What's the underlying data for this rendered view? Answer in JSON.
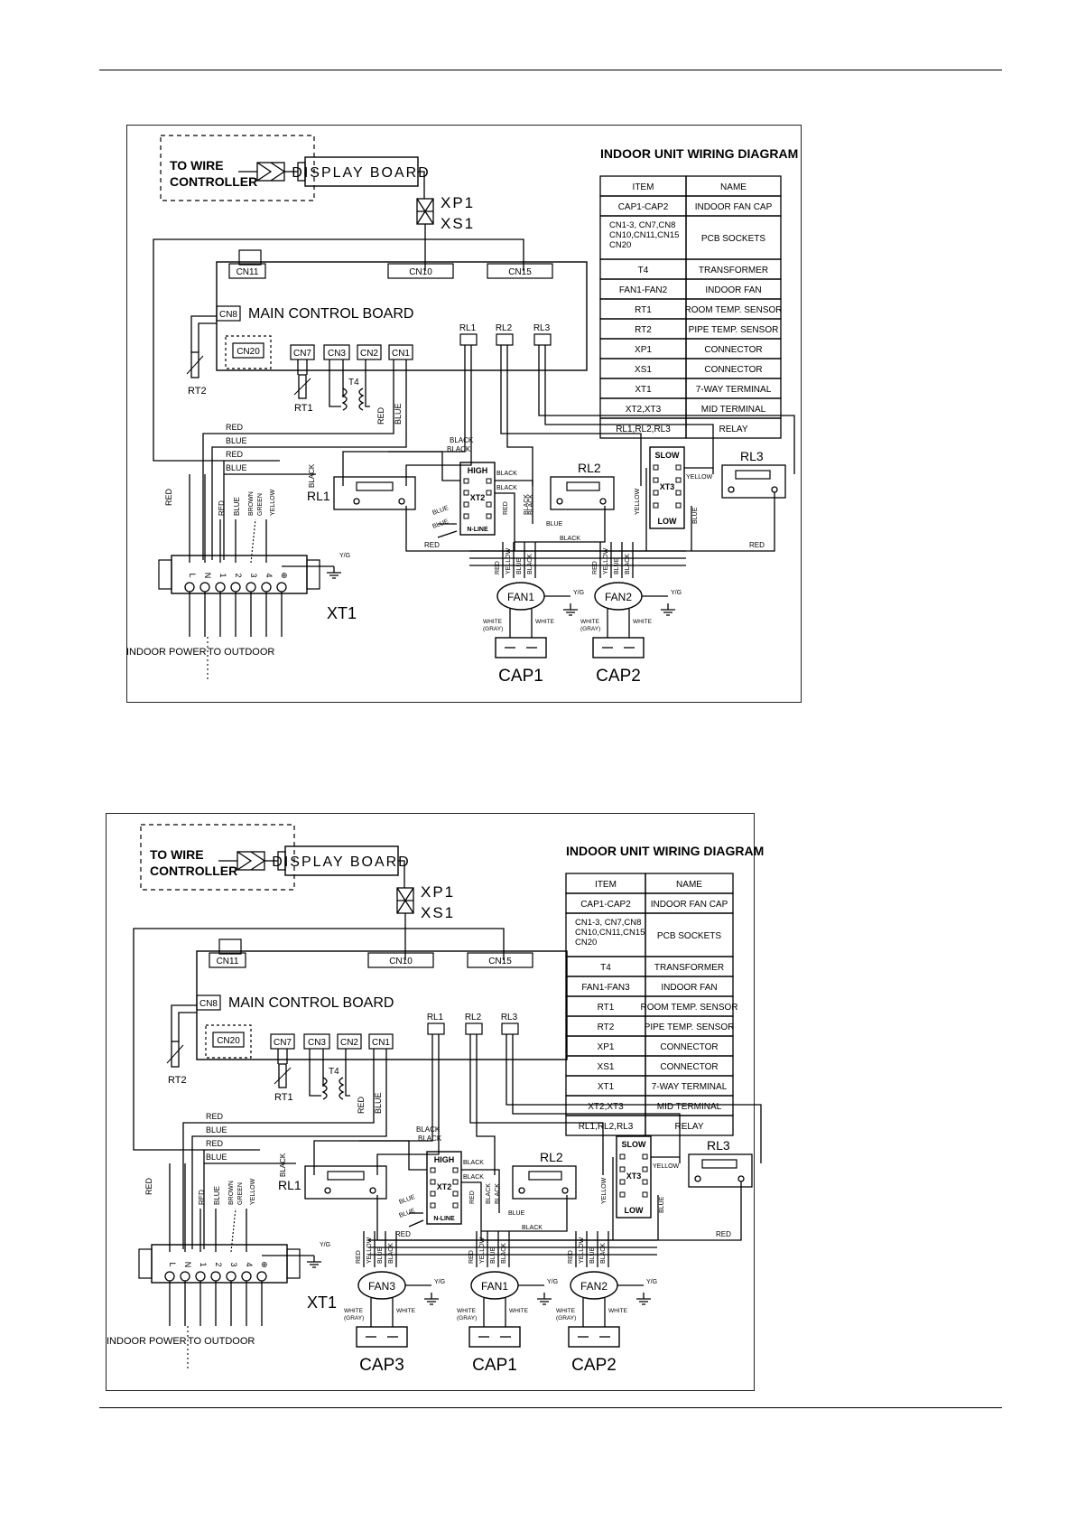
{
  "legend_title": "INDOOR UNIT WIRING DIAGRAM",
  "legend_headers": {
    "item": "ITEM",
    "name": "NAME"
  },
  "legend_rows_1": [
    {
      "item": "CAP1-CAP2",
      "name": "INDOOR FAN CAP"
    },
    {
      "item": "CN1-3, CN7,CN8|CN10,CN11,CN15|CN20",
      "name": "PCB SOCKETS"
    },
    {
      "item": "T4",
      "name": "TRANSFORMER"
    },
    {
      "item": "FAN1-FAN2",
      "name": "INDOOR FAN"
    },
    {
      "item": "RT1",
      "name": "ROOM TEMP. SENSOR"
    },
    {
      "item": "RT2",
      "name": "PIPE TEMP. SENSOR"
    },
    {
      "item": "XP1",
      "name": "CONNECTOR"
    },
    {
      "item": "XS1",
      "name": "CONNECTOR"
    },
    {
      "item": "XT1",
      "name": "7-WAY TERMINAL"
    },
    {
      "item": "XT2,XT3",
      "name": "MID TERMINAL"
    },
    {
      "item": "RL1,RL2,RL3",
      "name": "RELAY"
    }
  ],
  "legend_rows_2": [
    {
      "item": "CAP1-CAP2",
      "name": "INDOOR FAN CAP"
    },
    {
      "item": "CN1-3, CN7,CN8|CN10,CN11,CN15|CN20",
      "name": "PCB SOCKETS"
    },
    {
      "item": "T4",
      "name": "TRANSFORMER"
    },
    {
      "item": "FAN1-FAN3",
      "name": "INDOOR FAN"
    },
    {
      "item": "RT1",
      "name": "ROOM TEMP. SENSOR"
    },
    {
      "item": "RT2",
      "name": "PIPE TEMP. SENSOR"
    },
    {
      "item": "XP1",
      "name": "CONNECTOR"
    },
    {
      "item": "XS1",
      "name": "CONNECTOR"
    },
    {
      "item": "XT1",
      "name": "7-WAY TERMINAL"
    },
    {
      "item": "XT2,XT3",
      "name": "MID TERMINAL"
    },
    {
      "item": "RL1,RL2,RL3",
      "name": "RELAY"
    }
  ],
  "labels": {
    "to_wire_controller": "TO WIRE|CONTROLLER",
    "display_board": "DISPLAY BOARD",
    "xp1": "XP1",
    "xs1": "XS1",
    "main_board": "MAIN CONTROL BOARD",
    "cn11": "CN11",
    "cn10": "CN10",
    "cn15": "CN15",
    "cn8": "CN8",
    "cn20": "CN20",
    "cn7": "CN7",
    "cn3": "CN3",
    "cn2": "CN2",
    "cn1": "CN1",
    "rl1": "RL1",
    "rl2": "RL2",
    "rl3": "RL3",
    "rt1": "RT1",
    "rt2": "RT2",
    "t4": "T4",
    "high": "HIGH",
    "slow": "SLOW",
    "low": "LOW",
    "nline": "N-LINE",
    "xt2": "XT2",
    "xt3": "XT3",
    "xt1": "XT1",
    "red": "RED",
    "blue": "BLUE",
    "black": "BLACK",
    "yellow": "YELLOW",
    "brown": "BROWN",
    "green": "GREEN",
    "white": "WHITE",
    "white_gray": "WHITE|(GRAY)",
    "yg": "Y/G",
    "indoor_power": "INDOOR POWER",
    "to_outdoor": "TO OUTDOOR",
    "terminals": [
      "L",
      "N",
      "1",
      "2",
      "3",
      "4",
      "⊕"
    ],
    "fan1": "FAN1",
    "fan2": "FAN2",
    "fan3": "FAN3",
    "cap1": "CAP1",
    "cap2": "CAP2",
    "cap3": "CAP3"
  }
}
